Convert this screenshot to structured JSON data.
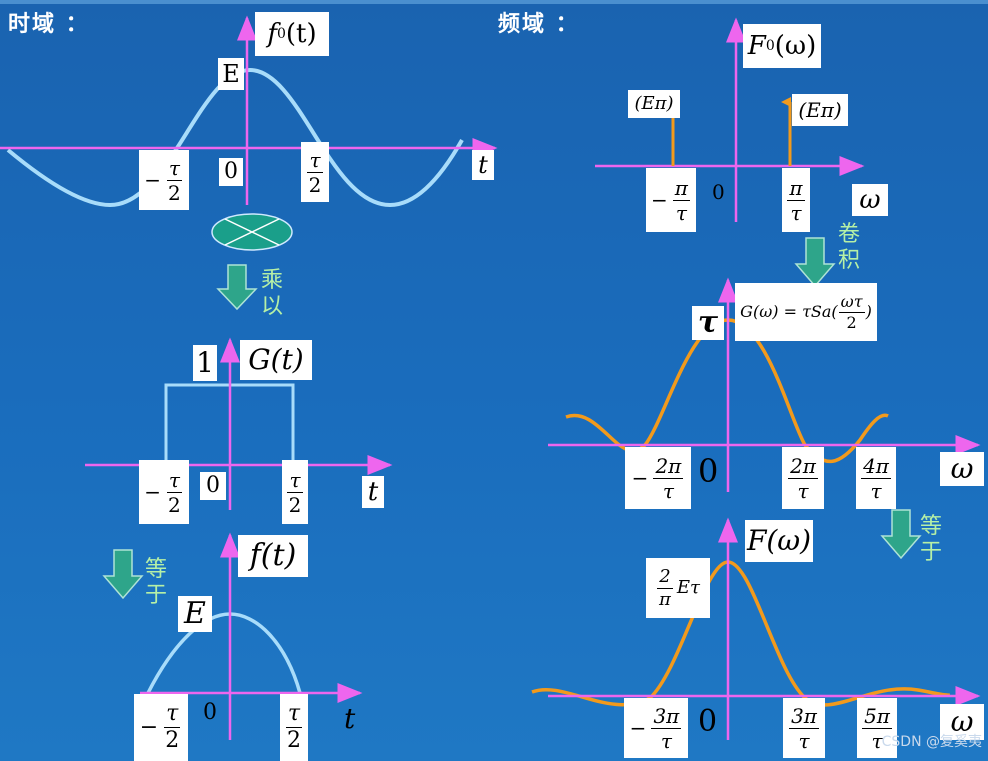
{
  "headings": {
    "time": "时域  ：",
    "freq": "频域  ："
  },
  "ops": {
    "multiply": [
      "乘",
      "以"
    ],
    "equals_left": [
      "等",
      "于"
    ],
    "convolve": [
      "卷",
      "积"
    ],
    "equals_right": [
      "等",
      "于"
    ]
  },
  "time_domain": {
    "f0": {
      "func": "f",
      "sub": "0",
      "arg": "(t)",
      "amp": "E",
      "neg_tau": "τ",
      "two": "2",
      "zero": "0",
      "pos_tau": "τ",
      "axis": "t"
    },
    "g": {
      "label": "G(t)",
      "height": "1",
      "zero": "0",
      "axis": "t"
    },
    "f": {
      "label": "f(t)",
      "amp": "E",
      "zero": "0",
      "axis": "t"
    }
  },
  "freq_domain": {
    "F0": {
      "func": "F",
      "sub": "0",
      "arg": "(ω)",
      "impulse_left": "(Eπ)",
      "impulse_right": "(Eπ)",
      "neg_pi": "π",
      "pi": "π",
      "tau": "τ",
      "zero": "0",
      "axis": "ω"
    },
    "G": {
      "formula_lhs": "G(ω) = τSa(",
      "formula_num": "ωτ",
      "formula_den": "2",
      "formula_close": ")",
      "peak": "τ",
      "zero": "0",
      "t2pi": "2π",
      "t4pi": "4π",
      "tau": "τ",
      "axis": "ω"
    },
    "F": {
      "label": "F(ω)",
      "peak_num": "2",
      "peak_den": "π",
      "peak_tail": "Eτ",
      "zero": "0",
      "t3pi": "3π",
      "t5pi": "5π",
      "tau": "τ",
      "axis": "ω"
    }
  },
  "watermark": "CSDN @复奚夷",
  "colors": {
    "axis": "#ee66ee",
    "cosine": "#a8dcfa",
    "sinc": "#f29a1c",
    "arrow": "#2ea58a",
    "ellipse": "#1a9f8a",
    "impulse": "#f29a1c"
  }
}
